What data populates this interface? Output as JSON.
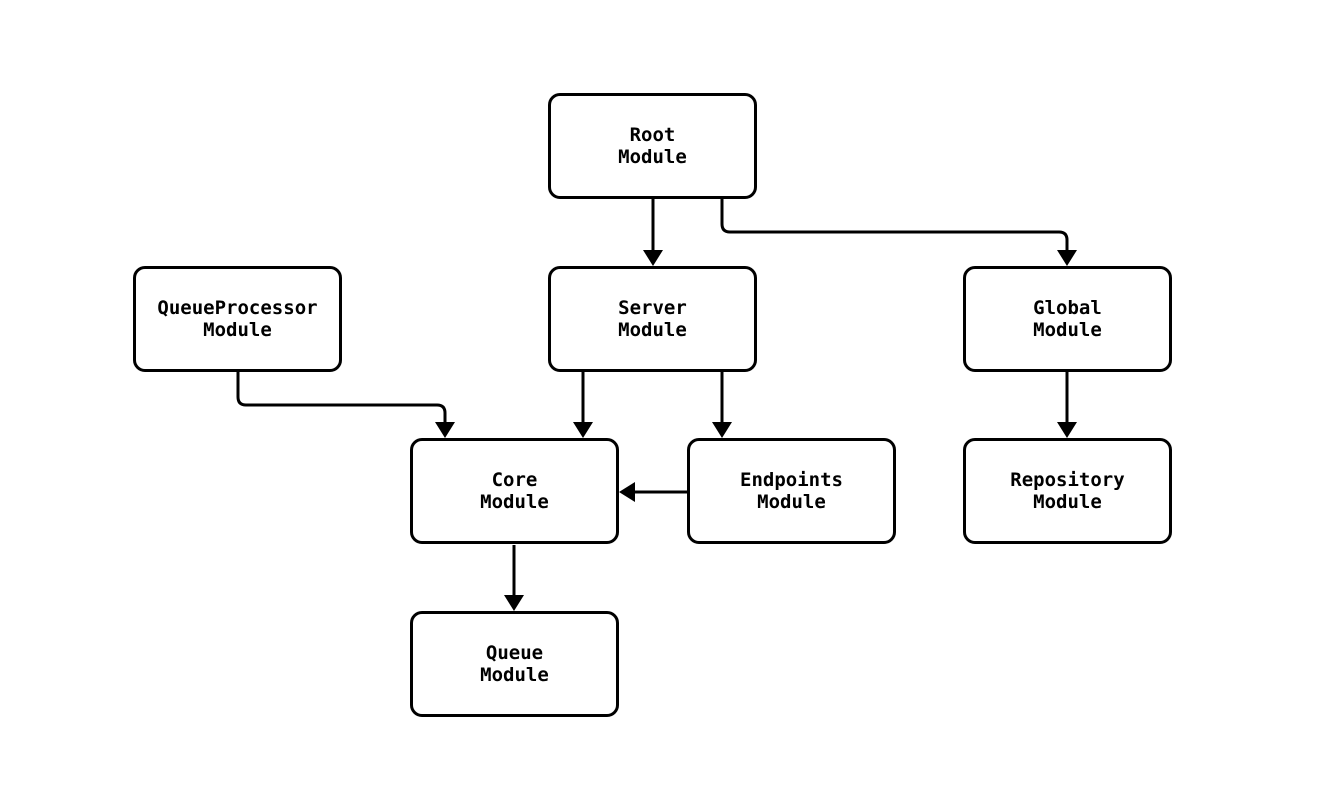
{
  "diagram": {
    "type": "module-dependency-graph",
    "colors": {
      "background": "#ffffff",
      "node_fill": "#ffffff",
      "node_border": "#000000",
      "edge_stroke": "#000000",
      "text": "#000000"
    },
    "nodes": {
      "root": {
        "line1": "Root",
        "line2": "Module"
      },
      "queueProcessor": {
        "line1": "QueueProcessor",
        "line2": "Module"
      },
      "server": {
        "line1": "Server",
        "line2": "Module"
      },
      "global": {
        "line1": "Global",
        "line2": "Module"
      },
      "core": {
        "line1": "Core",
        "line2": "Module"
      },
      "endpoints": {
        "line1": "Endpoints",
        "line2": "Module"
      },
      "repository": {
        "line1": "Repository",
        "line2": "Module"
      },
      "queue": {
        "line1": "Queue",
        "line2": "Module"
      }
    },
    "edges": [
      {
        "from": "Root Module",
        "to": "Server Module"
      },
      {
        "from": "Root Module",
        "to": "Global Module"
      },
      {
        "from": "QueueProcessor Module",
        "to": "Core Module"
      },
      {
        "from": "Server Module",
        "to": "Core Module"
      },
      {
        "from": "Server Module",
        "to": "Endpoints Module"
      },
      {
        "from": "Endpoints Module",
        "to": "Core Module"
      },
      {
        "from": "Global Module",
        "to": "Repository Module"
      },
      {
        "from": "Core Module",
        "to": "Queue Module"
      }
    ]
  }
}
